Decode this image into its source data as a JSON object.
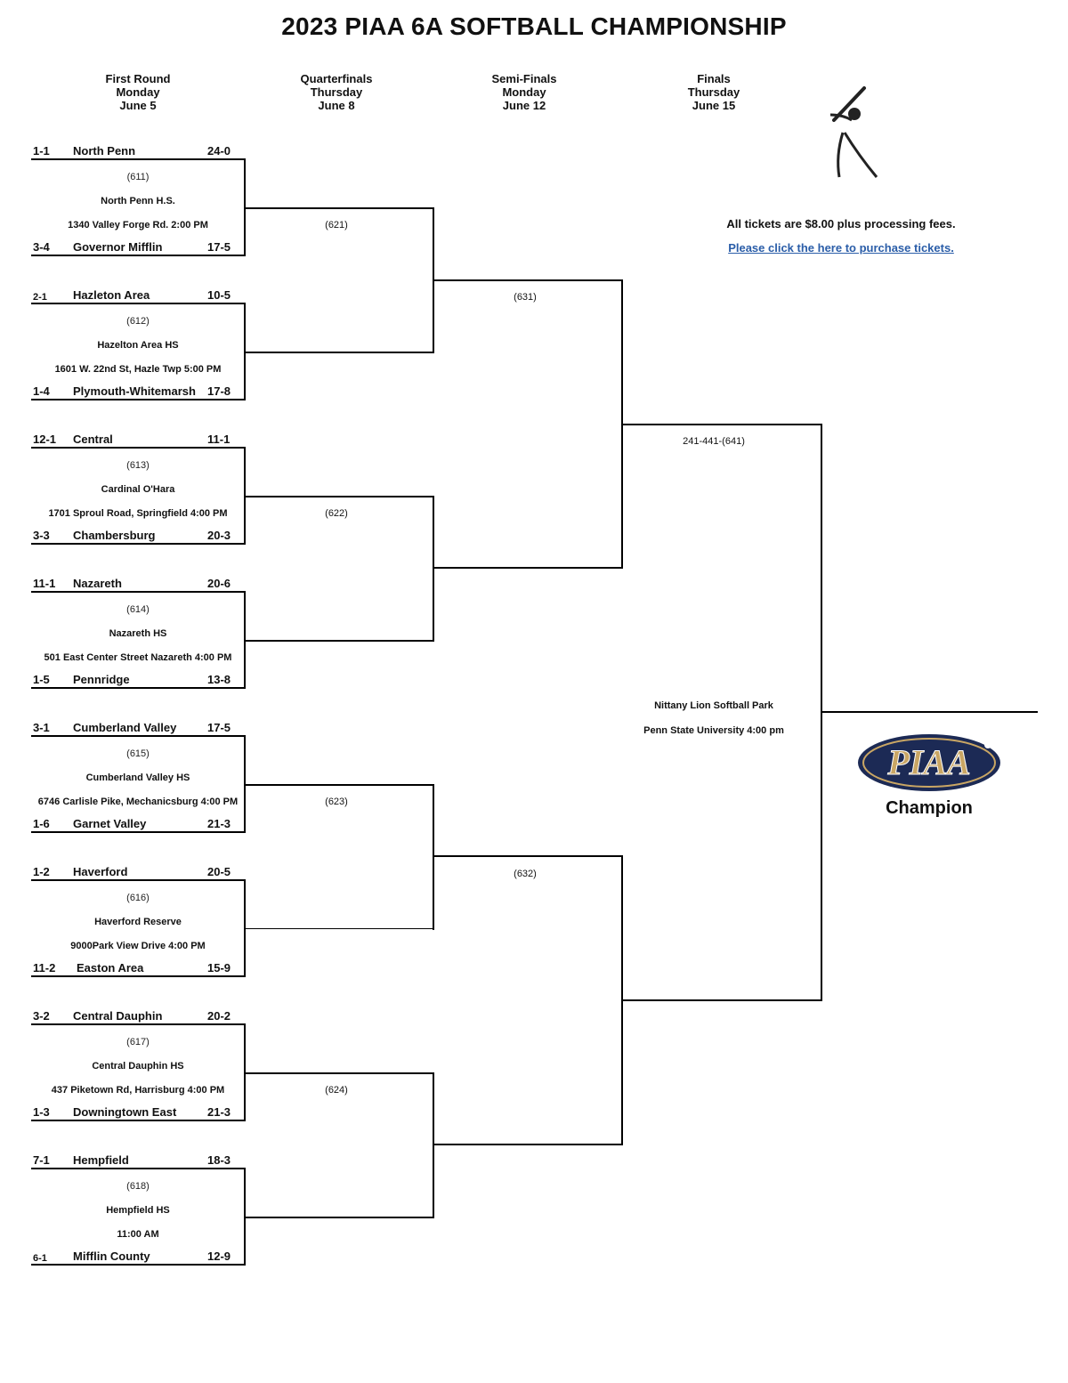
{
  "title": "2023 PIAA 6A SOFTBALL CHAMPIONSHIP",
  "rounds": [
    {
      "name": "First Round",
      "day": "Monday",
      "date": "June 5"
    },
    {
      "name": "Quarterfinals",
      "day": "Thursday",
      "date": "June 8"
    },
    {
      "name": "Semi-Finals",
      "day": "Monday",
      "date": "June 12"
    },
    {
      "name": "Finals",
      "day": "Thursday",
      "date": "June 15"
    }
  ],
  "first_round": [
    {
      "game": "(611)",
      "site": "North Penn H.S.",
      "address": "1340 Valley Forge Rd. 2:00 PM",
      "top": {
        "seed": "1-1",
        "team": "North Penn",
        "record": "24-0"
      },
      "bottom": {
        "seed": "3-4",
        "team": "Governor Mifflin",
        "record": "17-5"
      }
    },
    {
      "game": "(612)",
      "site": "Hazelton Area HS",
      "address": "1601 W. 22nd St, Hazle Twp 5:00 PM",
      "top": {
        "seed": "2-1",
        "team": "Hazleton Area",
        "record": "10-5"
      },
      "bottom": {
        "seed": "1-4",
        "team": "Plymouth-Whitemarsh",
        "record": "17-8"
      }
    },
    {
      "game": "(613)",
      "site": "Cardinal O'Hara",
      "address": "1701 Sproul Road, Springfield 4:00 PM",
      "top": {
        "seed": "12-1",
        "team": "Central",
        "record": "11-1"
      },
      "bottom": {
        "seed": "3-3",
        "team": "Chambersburg",
        "record": "20-3"
      }
    },
    {
      "game": "(614)",
      "site": "Nazareth HS",
      "address": "501 East Center Street  Nazareth 4:00 PM",
      "top": {
        "seed": "11-1",
        "team": "Nazareth",
        "record": "20-6"
      },
      "bottom": {
        "seed": "1-5",
        "team": "Pennridge",
        "record": "13-8"
      }
    },
    {
      "game": "(615)",
      "site": "Cumberland Valley HS",
      "address": "6746 Carlisle Pike, Mechanicsburg 4:00 PM",
      "top": {
        "seed": "3-1",
        "team": "Cumberland Valley",
        "record": "17-5"
      },
      "bottom": {
        "seed": "1-6",
        "team": "Garnet Valley",
        "record": "21-3"
      }
    },
    {
      "game": "(616)",
      "site": "Haverford Reserve",
      "address": "9000Park View Drive 4:00 PM",
      "top": {
        "seed": "1-2",
        "team": "Haverford",
        "record": "20-5"
      },
      "bottom": {
        "seed": "11-2",
        "team": "Easton Area",
        "record": "15-9"
      }
    },
    {
      "game": "(617)",
      "site": "Central Dauphin HS",
      "address": "437 Piketown Rd, Harrisburg 4:00 PM",
      "top": {
        "seed": "3-2",
        "team": "Central Dauphin",
        "record": "20-2"
      },
      "bottom": {
        "seed": "1-3",
        "team": "Downingtown East",
        "record": "21-3"
      }
    },
    {
      "game": "(618)",
      "site": "Hempfield HS",
      "address": "11:00 AM",
      "top": {
        "seed": "7-1",
        "team": "Hempfield",
        "record": "18-3"
      },
      "bottom": {
        "seed": "6-1",
        "team": "Mifflin County",
        "record": "12-9"
      }
    }
  ],
  "quarterfinals": [
    "(621)",
    "(622)",
    "(623)",
    "(624)"
  ],
  "semifinals": [
    "(631)",
    "(632)"
  ],
  "finals": {
    "game": "241-441-(641)",
    "site": "Nittany Lion Softball Park",
    "location": "Penn State University 4:00 pm"
  },
  "tickets": {
    "info": "All tickets are $8.00 plus processing fees.",
    "link": "Please click the here to purchase tickets."
  },
  "logo": {
    "text": "PIAA",
    "colors": {
      "navy": "#1c2a55",
      "gold": "#c9a664"
    }
  },
  "champion_label": "Champion",
  "icons": {
    "batter": "batter-icon"
  }
}
